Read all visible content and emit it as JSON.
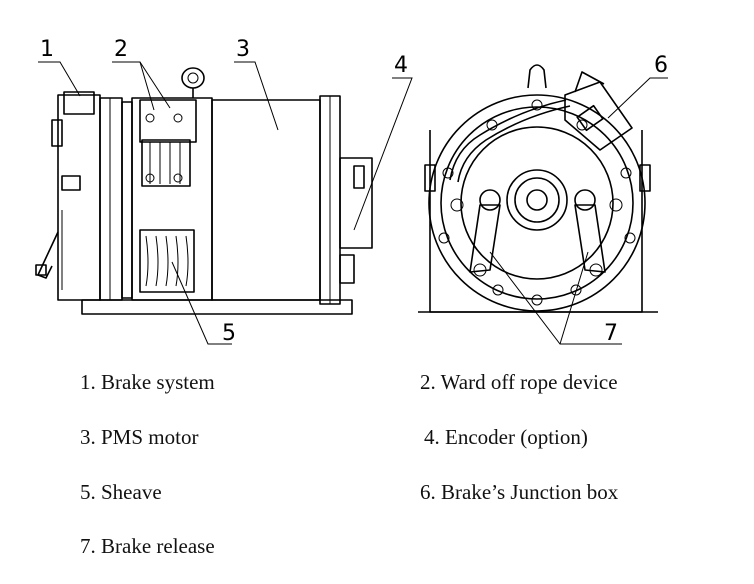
{
  "callouts": [
    "1",
    "2",
    "3",
    "4",
    "5",
    "6",
    "7"
  ],
  "legend": [
    "1. Brake system",
    "2. Ward off rope device",
    "3. PMS motor",
    "4. Encoder (option)",
    "5. Sheave",
    "6. Brake’s Junction box",
    "7. Brake release"
  ]
}
